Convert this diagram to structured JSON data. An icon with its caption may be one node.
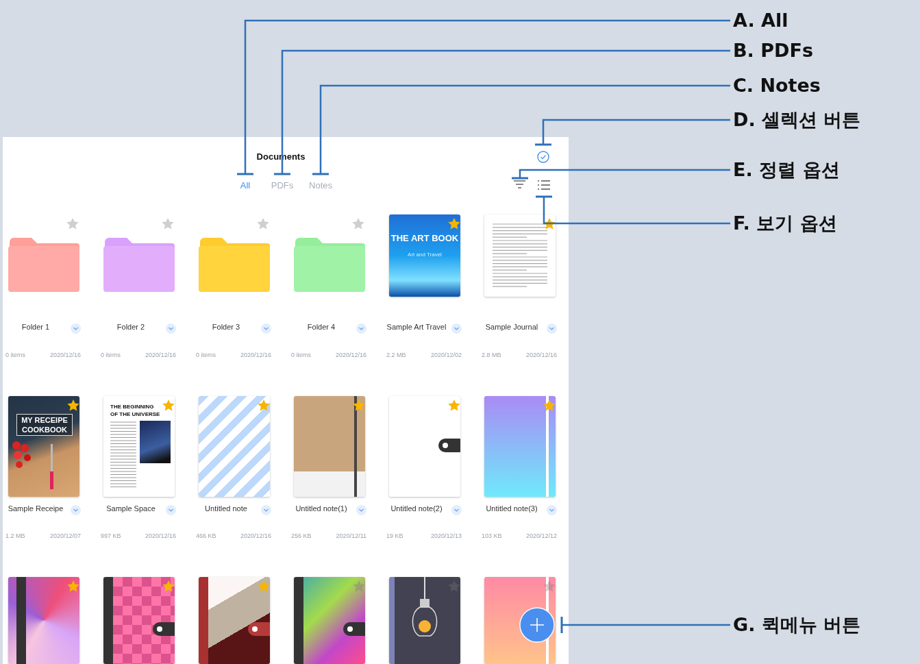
{
  "diagram": {
    "nodes": [
      {
        "text": [
          "A. All"
        ]
      },
      {
        "text": [
          "B. PDFs"
        ]
      },
      {
        "text": [
          "C. Notes"
        ]
      },
      {
        "text": [
          "D. 셀렉션 버튼"
        ]
      },
      {
        "text": [
          "E. 정렬 옵션"
        ]
      },
      {
        "text": [
          "F. 보기 옵션"
        ]
      },
      {
        "text": [
          "G. 퀵메뉴 버튼"
        ]
      },
      {
        "text": [
          "All"
        ]
      },
      {
        "text": [
          "PDFs"
        ]
      },
      {
        "text": [
          "Notes"
        ]
      },
      {
        "text": [],
        "shape": "circle"
      },
      {
        "text": [],
        "shape": "picture"
      },
      {
        "text": [],
        "shape": "picture"
      },
      {
        "text": [],
        "shape": "circle"
      }
    ],
    "edges": [
      {
        "from": 0,
        "to": 7,
        "arrow": "other"
      },
      {
        "from": 1,
        "to": 8,
        "arrow": "other"
      },
      {
        "from": 2,
        "to": 9,
        "arrow": "other"
      },
      {
        "from": 3,
        "to": 10,
        "arrow": "other"
      },
      {
        "from": 4,
        "to": 11,
        "arrow": "other"
      },
      {
        "from": 5,
        "to": 12,
        "arrow": "other"
      },
      {
        "from": 6,
        "to": 13,
        "arrow": "other"
      }
    ],
    "labels": [
      "Documents",
      "THE ART BOOK",
      "Art and Travel",
      "Folder 1",
      "Folder 2",
      "Folder 3",
      "Folder 4",
      "Sample Art Travel",
      "Sample Journal",
      "0 items",
      "2020/12/16",
      "0 items",
      "2020/12/16",
      "0 items",
      "2020/12/16",
      "0 items",
      "2020/12/16",
      "2.2 MB",
      "2020/12/02",
      "2.8 MB",
      "2020/12/16",
      "MY RECEIPE COOKBOOK",
      "THE BEGINNING OF THE UNIVERSE",
      "Sample Receipe",
      "Sample Space",
      "Untitled note",
      "Untitled note(1)",
      "Untitled note(2)",
      "Untitled note(3)",
      "1.2 MB",
      "2020/12/07",
      "997 KB",
      "2020/12/16",
      "466 KB",
      "2020/12/16",
      "256 KB",
      "2020/12/11",
      "19 KB",
      "2020/12/13",
      "103 KB",
      "2020/12/12"
    ]
  }
}
